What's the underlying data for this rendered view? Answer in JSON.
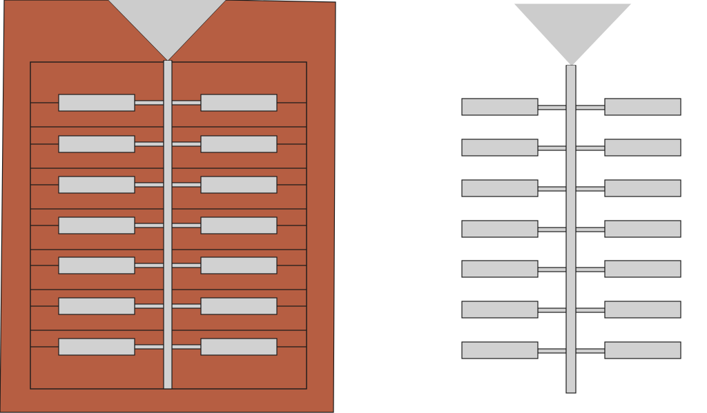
{
  "diagram": {
    "labels": [],
    "colors": {
      "mold_body": "#b65e42",
      "channel_fill": "#d1d1d1",
      "sprue_fill": "#cccccc",
      "outline": "#1a1a1a",
      "background": "#ffffff"
    },
    "panels": [
      {
        "id": "mold-with-castings",
        "has_mold": true,
        "cavity_rows": 7,
        "cavities_per_row": 2,
        "has_sprue_cone": true,
        "has_central_sprue": true,
        "has_parting_lines": true
      },
      {
        "id": "casting-tree",
        "has_mold": false,
        "cavity_rows": 7,
        "cavities_per_row": 2,
        "has_sprue_cone": true,
        "has_central_sprue": true,
        "has_parting_lines": false
      }
    ]
  }
}
